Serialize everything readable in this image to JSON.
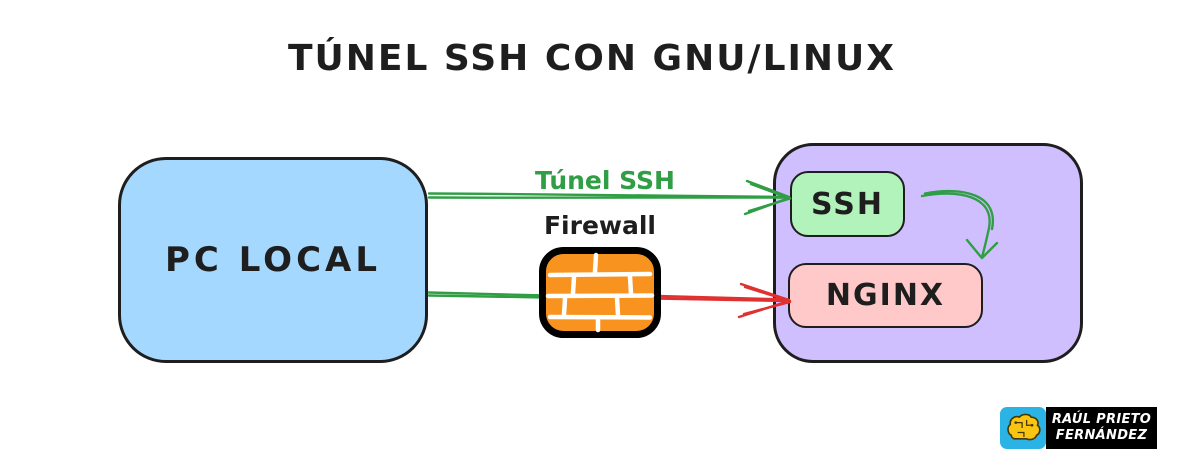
{
  "title": "TÚNEL SSH CON GNU/LINUX",
  "nodes": {
    "pc_local": {
      "label": "PC LOCAL",
      "fill": "#a5d8ff"
    },
    "server_group": {
      "fill": "#d0bfff"
    },
    "ssh": {
      "label": "SSH",
      "fill": "#b2f2bb"
    },
    "nginx": {
      "label": "NGINX",
      "fill": "#ffc9c9"
    },
    "firewall": {
      "label": "Firewall",
      "fill": "#f7931e",
      "icon": "brick-wall-icon"
    }
  },
  "edges": {
    "tunnel": {
      "label": "Túnel SSH",
      "color": "#2f9e44",
      "from": "pc_local",
      "to": "ssh"
    },
    "pc_to_firewall": {
      "color": "#2f9e44",
      "from": "pc_local",
      "to": "firewall"
    },
    "firewall_to_nginx_blocked": {
      "color": "#e03131",
      "from": "firewall",
      "to": "nginx"
    },
    "ssh_to_nginx": {
      "color": "#2f9e44",
      "from": "ssh",
      "to": "nginx"
    }
  },
  "stroke_color": "#1e1e1e",
  "watermark": {
    "line1": "RAÚL PRIETO",
    "line2": "FERNÁNDEZ",
    "icon": "brain-circuit-icon",
    "icon_bg": "#2bb3e5",
    "icon_color": "#f9c513",
    "text_bg": "#000000",
    "text_color": "#ffffff"
  }
}
